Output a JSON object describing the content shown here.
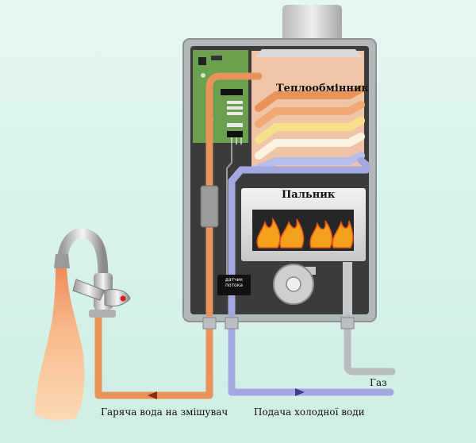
{
  "labels": {
    "heat_exchanger": "Теплообмінник",
    "burner": "Пальник",
    "flow_sensor": "датчик потока",
    "gas": "Газ",
    "cold_water_supply": "Подача холодної води",
    "hot_water_to_mixer": "Гаряча вода на змішувач"
  },
  "colors": {
    "background": "#dff5ee",
    "cabinet_frame": "#9aa0a4",
    "cabinet_interior": "#3a3a3a",
    "hot_pipe": "#e8935a",
    "cold_pipe": "#a4a8e0",
    "gas_pipe": "#b8bcbf",
    "flame": "#f4a01c",
    "circuit_board": "#6aa04e",
    "heat_exchanger": "#f0c4a6"
  }
}
